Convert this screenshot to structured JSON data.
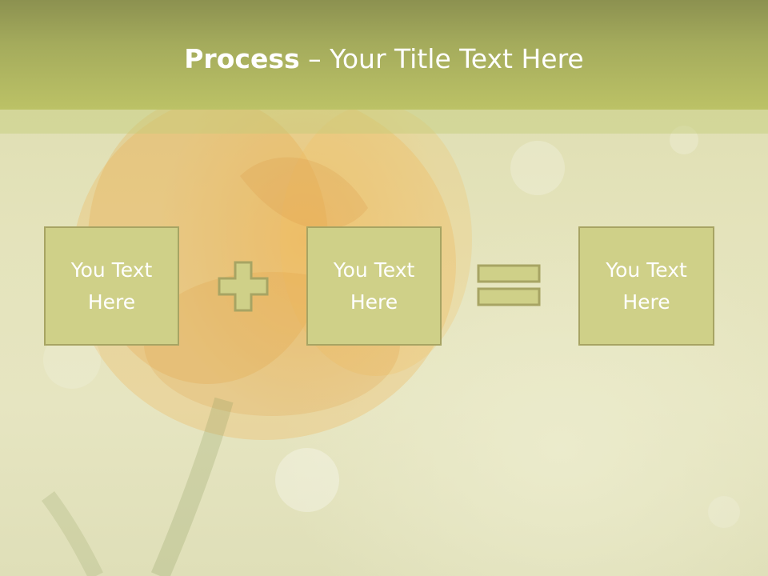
{
  "slide": {
    "title_strong": "Process",
    "title_separator": " – ",
    "title_rest": "Your Title Text Here"
  },
  "process": {
    "boxes": [
      {
        "label": "You Text Here"
      },
      {
        "label": "You Text Here"
      },
      {
        "label": "You Text Here"
      }
    ],
    "operators": [
      "plus-icon",
      "equals-icon"
    ]
  },
  "colors": {
    "header": "#a4ab5c",
    "box_fill": "#cfd088",
    "box_border": "#a7a463",
    "text": "#ffffff"
  }
}
